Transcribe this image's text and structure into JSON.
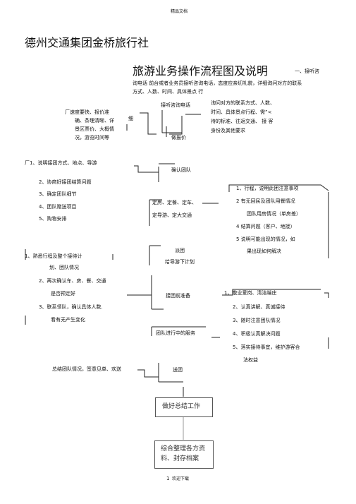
{
  "header": {
    "small": "精品文档"
  },
  "company": "德州交通集团金桥旅行社",
  "title": "旅游业务操作流程图及说明",
  "intro": [
    "一、接听咨",
    "询电话  前台或者业务员接听咨询电话，态度应亲切礼貌，详细询问对方的联系",
    "方式、人数、时间、具体景点  行"
  ],
  "center": {
    "step1": "接听咨询电话",
    "step2": "做报价",
    "step3": "确认团队",
    "step4": [
      "派团",
      "给导游下计划"
    ],
    "step5": "接团前准备",
    "step6": "团队进行中的服务",
    "step7": "送团",
    "box1": "做好总结工作",
    "box2": [
      "综合整理各方资",
      "料、封存档案"
    ]
  },
  "left": {
    "block1": [
      "厂速度要快、报价准",
      "确、条理清晰、详",
      "景区票价、大概情",
      "况，游览时间等"
    ],
    "mark1": "细",
    "block2": [
      "厂1、说明接团方式、地点、导游",
      "2、协商好接团结算问题",
      "3、确定团队细节",
      "4、团队赠送项目",
      "5、购物安排"
    ],
    "block3": [
      "1、熟悉行程及整个接待计",
      "划、团队情况",
      "2、再次确认车、房、餐、交通",
      "是否预定好",
      "3、联系领队，确认具体人数.",
      "看有无产生变化"
    ],
    "summary": "总结团队情况，签意见单、欢送"
  },
  "mid": {
    "lines": [
      "定房、定餐、定车、",
      "定导游、定大交通"
    ]
  },
  "right": {
    "block1": [
      "询问对方的联系方式、人数、",
      "时间、具体景点行程、需”<",
      "待的标准、往返交通、 接 客",
      "身份及其他要求"
    ],
    "block2": [
      "1、行程，说明此团注意事项",
      "2  有无回民及团队用餐情况",
      "团队用房情况（单房差）",
      "4  结算问题（客户、地接）",
      "5  说明可能出现的情况，如",
      "果出现如何解决"
    ],
    "block3": [
      "1、敬业爱岗、清洁端庄",
      "2、认真讲解、真诚接待",
      "3、随时注意团队情况",
      "4、积极认真解决问题",
      "5、落实接待事宜，维护游客合",
      "法权益"
    ]
  },
  "footer": {
    "page": "1",
    "small": "欢迎下载"
  }
}
